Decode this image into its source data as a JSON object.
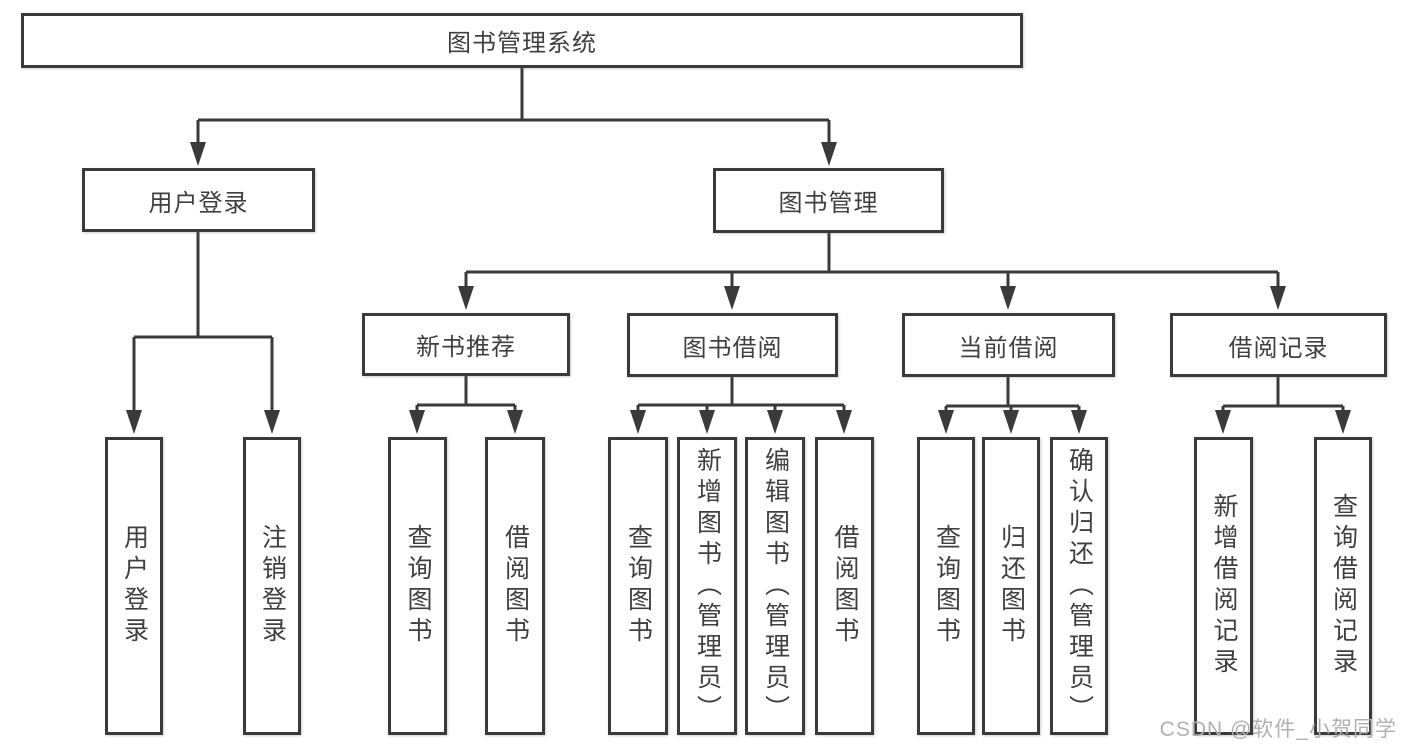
{
  "diagram": {
    "root": "图书管理系统",
    "level2": [
      {
        "label": "用户登录",
        "leaves": [
          "用户登录",
          "注销登录"
        ]
      },
      {
        "label": "图书管理"
      }
    ],
    "level3": [
      {
        "label": "新书推荐",
        "leaves": [
          "查询图书",
          "借阅图书"
        ]
      },
      {
        "label": "图书借阅",
        "leaves": [
          "查询图书",
          "新增图书（管理员）",
          "编辑图书（管理员）",
          "借阅图书"
        ]
      },
      {
        "label": "当前借阅",
        "leaves": [
          "查询图书",
          "归还图书",
          "确认归还（管理员）"
        ]
      },
      {
        "label": "借阅记录",
        "leaves": [
          "新增借阅记录",
          "查询借阅记录"
        ]
      }
    ]
  },
  "watermark": {
    "text": "CSDN @软件_小贺同学"
  },
  "colors": {
    "line": "#3a3a3a",
    "text": "#404040",
    "background": "#ffffff",
    "watermark": "#b0b0b0"
  }
}
